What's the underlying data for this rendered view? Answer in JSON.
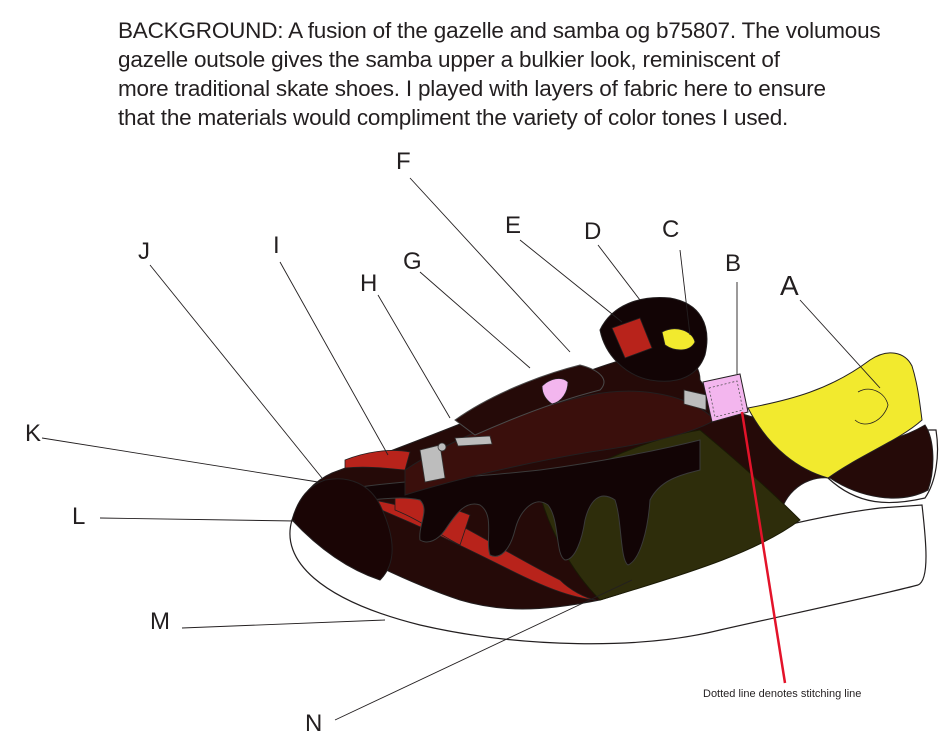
{
  "background": {
    "lines": [
      "BACKGROUND: A fusion of the gazelle and samba og b75807. The volumous",
      "gazelle outsole gives the samba upper a bulkier look, reminiscent of",
      "more traditional skate shoes. I played with layers of fabric here to ensure",
      "that the materials would compliment the variety of color tones I used."
    ]
  },
  "labels": {
    "a": "A",
    "b": "B",
    "c": "C",
    "d": "D",
    "e": "E",
    "f": "F",
    "g": "G",
    "h": "H",
    "i": "I",
    "j": "J",
    "k": "K",
    "l": "L",
    "m": "M",
    "n": "N"
  },
  "note": "Dotted line denotes stitching line",
  "colors": {
    "upper_dark": "#250a08",
    "upper_brown": "#3a0f0c",
    "red_accent": "#b8231b",
    "olive_panel": "#2e2d0b",
    "yellow_lining": "#f2ea2e",
    "pink_tab": "#f3b6ee",
    "sole_white": "#ffffff",
    "stitch_line": "#e3132a",
    "metal_zip": "#bdbdbd"
  }
}
